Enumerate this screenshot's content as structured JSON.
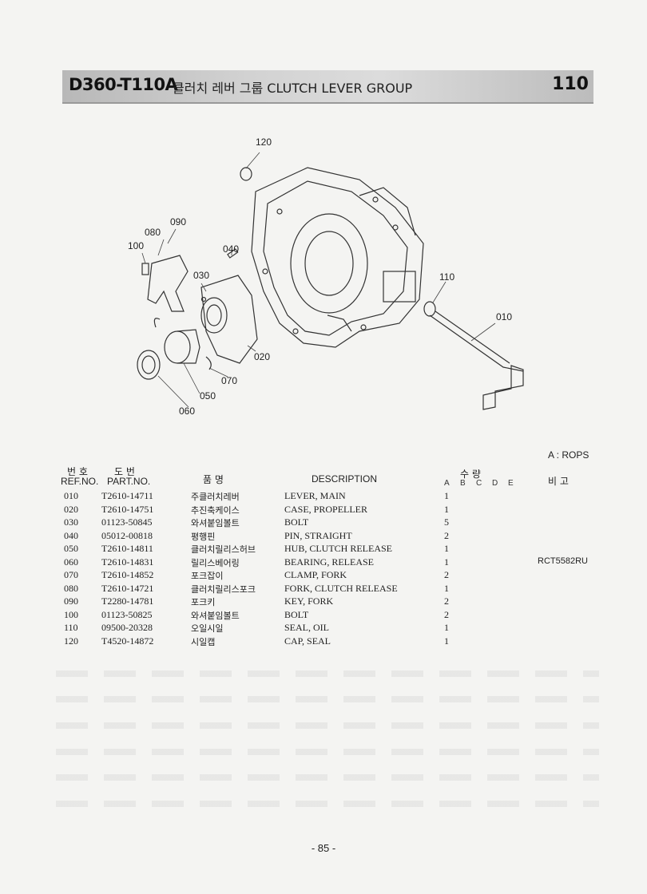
{
  "header": {
    "code": "D360-T110A",
    "title": "클러치 레버 그룹 CLUTCH LEVER GROUP",
    "page_number": "110"
  },
  "diagram": {
    "callouts": [
      "120",
      "090",
      "080",
      "100",
      "040",
      "030",
      "110",
      "010",
      "020",
      "070",
      "050",
      "060"
    ]
  },
  "legend": "A : ROPS",
  "table": {
    "headers": {
      "ref_ko": "번 호",
      "ref": "REF.NO.",
      "part_ko": "도 번",
      "part": "PART.NO.",
      "name_ko": "품 명",
      "description": "DESCRIPTION",
      "qty_ko": "수 량",
      "qty_letters": [
        "A",
        "B",
        "C",
        "D",
        "E"
      ],
      "remarks_ko": "비 고"
    },
    "rows": [
      {
        "ref": "010",
        "part": "T2610-14711",
        "name_ko": "주클러치레버",
        "desc": "LEVER, MAIN",
        "qty": "1",
        "remark": ""
      },
      {
        "ref": "020",
        "part": "T2610-14751",
        "name_ko": "추진축케이스",
        "desc": "CASE, PROPELLER",
        "qty": "1",
        "remark": ""
      },
      {
        "ref": "030",
        "part": "01123-50845",
        "name_ko": "와셔붙임볼트",
        "desc": "BOLT",
        "qty": "5",
        "remark": ""
      },
      {
        "ref": "040",
        "part": "05012-00818",
        "name_ko": "평행핀",
        "desc": "PIN, STRAIGHT",
        "qty": "2",
        "remark": ""
      },
      {
        "ref": "050",
        "part": "T2610-14811",
        "name_ko": "클러치릴리스허브",
        "desc": "HUB, CLUTCH RELEASE",
        "qty": "1",
        "remark": ""
      },
      {
        "ref": "060",
        "part": "T2610-14831",
        "name_ko": "릴리스베어링",
        "desc": "BEARING, RELEASE",
        "qty": "1",
        "remark": "RCT5582RU"
      },
      {
        "ref": "070",
        "part": "T2610-14852",
        "name_ko": "포크잡이",
        "desc": "CLAMP, FORK",
        "qty": "2",
        "remark": ""
      },
      {
        "ref": "080",
        "part": "T2610-14721",
        "name_ko": "클러치릴리스포크",
        "desc": "FORK, CLUTCH RELEASE",
        "qty": "1",
        "remark": ""
      },
      {
        "ref": "090",
        "part": "T2280-14781",
        "name_ko": "포크키",
        "desc": "KEY, FORK",
        "qty": "2",
        "remark": ""
      },
      {
        "ref": "100",
        "part": "01123-50825",
        "name_ko": "와셔붙임볼트",
        "desc": "BOLT",
        "qty": "2",
        "remark": ""
      },
      {
        "ref": "110",
        "part": "09500-20328",
        "name_ko": "오일시일",
        "desc": "SEAL, OIL",
        "qty": "1",
        "remark": ""
      },
      {
        "ref": "120",
        "part": "T4520-14872",
        "name_ko": "시일캡",
        "desc": "CAP, SEAL",
        "qty": "1",
        "remark": ""
      }
    ]
  },
  "footer": "- 85 -"
}
